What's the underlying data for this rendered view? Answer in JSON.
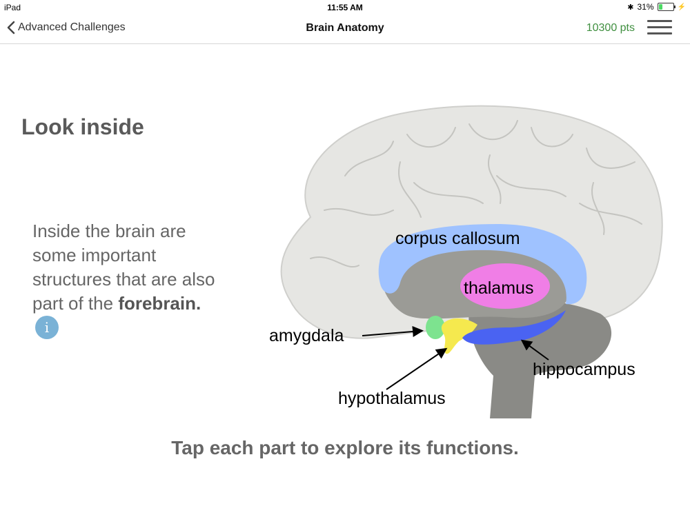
{
  "status_bar": {
    "device": "iPad",
    "time": "11:55 AM",
    "battery": "31%",
    "battery_level": 0.31
  },
  "nav": {
    "back_label": "Advanced Challenges",
    "title": "Brain Anatomy",
    "points": "10300 pts"
  },
  "content": {
    "heading": "Look inside",
    "desc": "Inside the brain are some important structures that are also part of the",
    "desc_bold": "forebrain.",
    "info_icon": "i",
    "footer": "Tap each part to explore its functions."
  },
  "brain_labels": {
    "corpus_callosum": "corpus callosum",
    "thalamus": "thalamus",
    "amygdala": "amygdala",
    "hippocampus": "hippocampus",
    "hypothalamus": "hypothalamus"
  },
  "colors": {
    "corpus_callosum": "#9fc2ff",
    "thalamus": "#f07ee6",
    "amygdala": "#7de38f",
    "hippocampus": "#4a63f2",
    "hypothalamus": "#f5e94e",
    "points": "#3f8f3f",
    "info": "#7ab2d6"
  }
}
